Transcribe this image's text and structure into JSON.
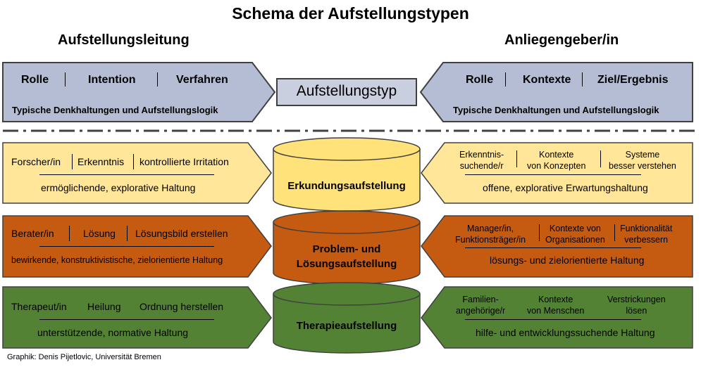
{
  "title": "Schema der Aufstellungstypen",
  "left_heading": "Aufstellungsleitung",
  "right_heading": "Anliegengeber/in",
  "center_box": "Aufstellungstyp",
  "header_left": {
    "items": [
      "Rolle",
      "Intention",
      "Verfahren"
    ],
    "sub": "Typische Denkhaltungen und Aufstellungslogik"
  },
  "header_right": {
    "items": [
      "Rolle",
      "Kontexte",
      "Ziel/Ergebnis"
    ],
    "sub": "Typische Denkhaltungen und Aufstellungslogik"
  },
  "rows": [
    {
      "type": "Erkundungsaufstellung",
      "left_items": [
        "Forscher/in",
        "Erkenntnis",
        "kontrollierte Irritation"
      ],
      "left_haltung": "ermöglichende, explorative Haltung",
      "right_items": [
        [
          "Erkenntnis-",
          "suchende/r"
        ],
        [
          "Kontexte",
          "von Konzepten"
        ],
        [
          "Systeme",
          "besser verstehen"
        ]
      ],
      "right_haltung": "offene, explorative Erwartungshaltung"
    },
    {
      "type_lines": [
        "Problem- und",
        "Lösungsaufstellung"
      ],
      "left_items": [
        "Berater/in",
        "Lösung",
        "Lösungsbild erstellen"
      ],
      "left_haltung": "bewirkende, konstruktivistische, zielorientierte Haltung",
      "right_items": [
        [
          "Manager/in,",
          "Funktionsträger/in"
        ],
        [
          "Kontexte von",
          "Organisationen"
        ],
        [
          "Funktionalität",
          "verbessern"
        ]
      ],
      "right_haltung": "lösungs- und zielorientierte Haltung"
    },
    {
      "type": "Therapieaufstellung",
      "left_items": [
        "Therapeut/in",
        "Heilung",
        "Ordnung herstellen"
      ],
      "left_haltung": "unterstützende, normative Haltung",
      "right_items": [
        [
          "Familien-",
          "angehörige/r"
        ],
        [
          "Kontexte",
          "von Menschen"
        ],
        [
          "Verstrickungen",
          "lösen"
        ]
      ],
      "right_haltung": "hilfe- und entwicklungssuchende Haltung"
    }
  ],
  "credit": "Graphik: Denis Pijetlovic, Universität Bremen",
  "colors": {
    "header_fill": "#b4bdd3",
    "row1_fill": "#ffe699",
    "row1_cyl": "#ffe27a",
    "row2_fill": "#c55a11",
    "row3_fill": "#548235",
    "center_fill": "#c9cfde"
  }
}
